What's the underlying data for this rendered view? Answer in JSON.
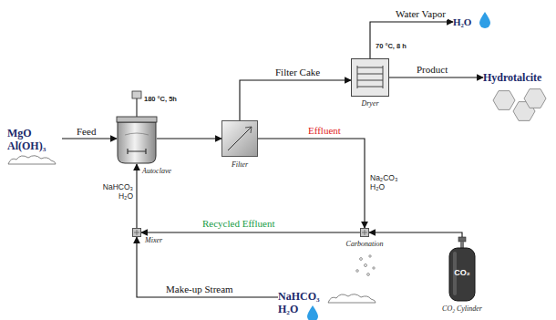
{
  "diagram": {
    "nodes": [
      {
        "text": [
          "MgO Al(OH)₃"
        ]
      },
      {
        "text": [
          "180 °C, 5h",
          "Autoclave"
        ]
      },
      {
        "text": [
          "Filter"
        ]
      },
      {
        "text": [
          "70 °C, 8 h",
          "Dryer"
        ]
      },
      {
        "text": [
          "H₂O"
        ]
      },
      {
        "text": [
          "Hydrotalcite"
        ]
      },
      {
        "text": [
          "Mixer"
        ]
      },
      {
        "text": [
          "Carbonation"
        ]
      },
      {
        "text": [
          "CO₂",
          "CO₂ Cylinder"
        ]
      },
      {
        "text": [
          "NaHCO₃ H₂O"
        ]
      }
    ],
    "edges": [
      {
        "from": 0,
        "to": 1,
        "arrow": "to",
        "label": "Feed"
      },
      {
        "from": 1,
        "to": 2,
        "arrow": "to"
      },
      {
        "from": 2,
        "to": 3,
        "arrow": "to",
        "label": "Filter Cake"
      },
      {
        "from": 3,
        "to": 4,
        "arrow": "to",
        "label": "Water Vapor"
      },
      {
        "from": 3,
        "to": 5,
        "arrow": "to",
        "label": "Product"
      },
      {
        "from": 2,
        "to": 7,
        "arrow": "to",
        "label": "Effluent"
      },
      {
        "from": 7,
        "to": 6,
        "arrow": "to",
        "label": "Recycled Effluent"
      },
      {
        "from": 8,
        "to": 7,
        "arrow": "to"
      },
      {
        "from": 9,
        "to": 6,
        "arrow": "to",
        "label": "Make-up Stream"
      },
      {
        "from": 6,
        "to": 1,
        "arrow": "to"
      }
    ],
    "labels": [
      "Na₂CO₃ H₂O",
      "NaHCO₃ H₂O"
    ]
  }
}
